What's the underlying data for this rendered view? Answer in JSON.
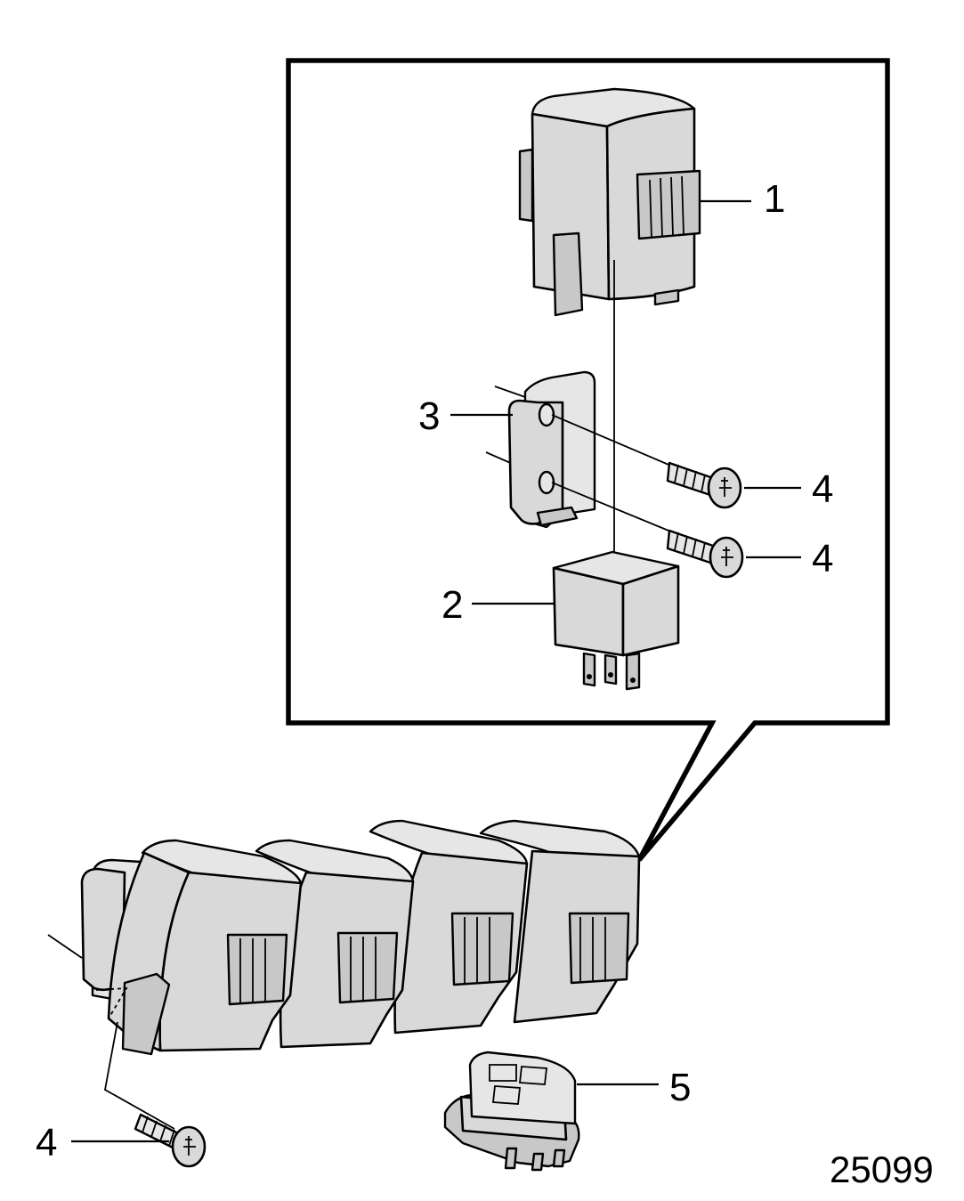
{
  "labels": {
    "relay_cover": "1",
    "relay": "2",
    "bracket": "3",
    "screw_top": "4",
    "screw_middle": "4",
    "screw_bottom": "4",
    "connector": "5"
  },
  "figure_number": "25099"
}
